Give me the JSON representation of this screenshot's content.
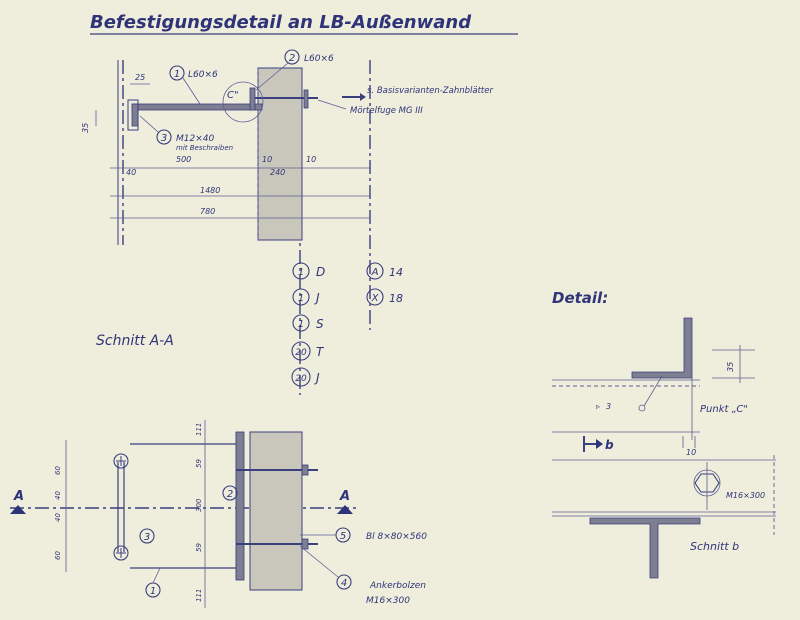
{
  "title": "Befestigungsdetail an LB-Außenwand",
  "upper_view": {
    "callouts": [
      {
        "num": "1",
        "text": "L60×6"
      },
      {
        "num": "2",
        "text": "L60×6"
      },
      {
        "num": "3",
        "text": "M12×40",
        "subtext": "mit Beschraiben"
      }
    ],
    "point_c": "C\"",
    "note_1": "s. Basisvarianten-Zahnblätter",
    "note_2": "Mörtelfuge MG III",
    "dims": {
      "d25": "25",
      "d35": "35",
      "d40": "40",
      "d500": "500",
      "d10a": "10",
      "d240": "240",
      "d10b": "10",
      "d1480": "1480",
      "d780": "780"
    }
  },
  "grid_refs": [
    {
      "num": "1",
      "letter": "D"
    },
    {
      "num": "1",
      "letter": "J"
    },
    {
      "num": "1",
      "letter": "S"
    },
    {
      "num": "20",
      "letter": "T"
    },
    {
      "num": "20",
      "letter": "J"
    }
  ],
  "grid_refs_right": [
    {
      "num": "A",
      "letter": "14"
    },
    {
      "num": "X",
      "letter": "18"
    }
  ],
  "section_label": "Schnitt A-A",
  "plan_view": {
    "section_marker": "A",
    "dims_left": [
      "60",
      "40",
      "40",
      "60"
    ],
    "dims_right": [
      "111",
      "59",
      "300",
      "59",
      "111"
    ],
    "callouts": [
      "2",
      "3",
      "5",
      "4",
      "1"
    ],
    "plate_note": "Bl 8×80×560",
    "anchor_note_1": "Ankerbolzen",
    "anchor_note_2": "M16×300"
  },
  "detail": {
    "heading": "Detail:",
    "dim_35": "35",
    "weld": "3",
    "dim_10": "10",
    "point_label": "Punkt „C\"",
    "cut_label": "b",
    "bolt_label": "M16×300",
    "section_label": "Schnitt b"
  }
}
